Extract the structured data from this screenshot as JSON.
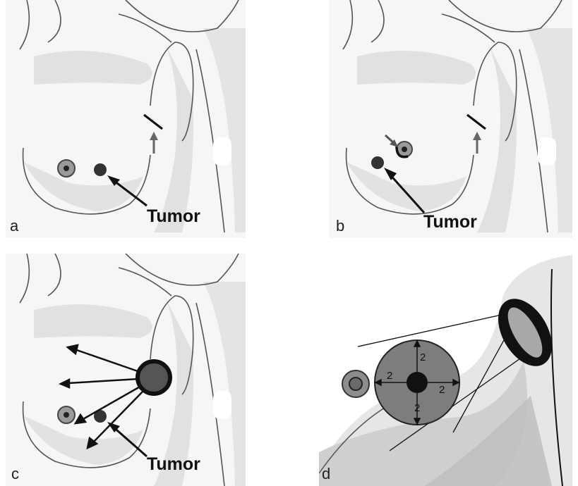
{
  "panels": {
    "a": {
      "letter": "a",
      "tumor_label": "Tumor"
    },
    "b": {
      "letter": "b",
      "tumor_label": "Tumor"
    },
    "c": {
      "letter": "c",
      "tumor_label": "Tumor"
    },
    "d": {
      "letter": "d",
      "margin_values": [
        "2",
        "2",
        "2",
        "2"
      ]
    }
  }
}
